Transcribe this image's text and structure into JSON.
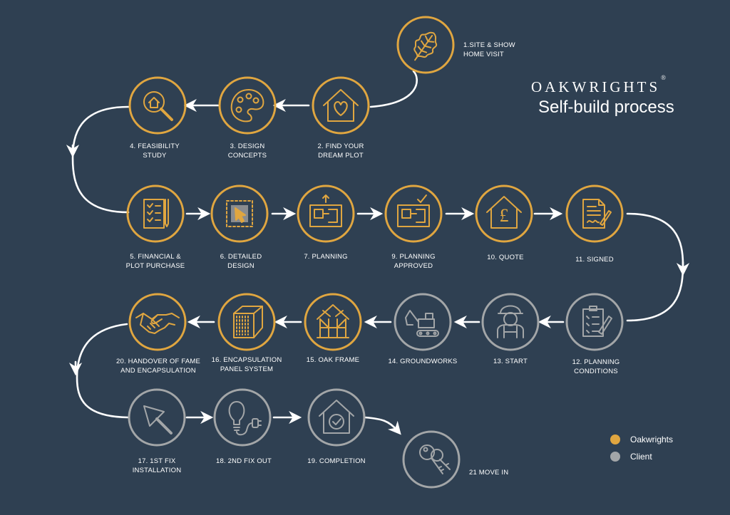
{
  "brand": {
    "name": "OAKWRIGHTS",
    "registered": "®",
    "subtitle": "Self-build process"
  },
  "colors": {
    "background": "#2f4052",
    "oakwrights": "#e0a640",
    "client": "#a3a6a8",
    "connector": "#ffffff"
  },
  "legend": {
    "oakwrights": "Oakwrights",
    "client": "Client"
  },
  "steps": [
    {
      "id": "s1",
      "lines": [
        "1.SITE & SHOW",
        "HOME VISIT"
      ],
      "owner": "oakwrights",
      "icon": "oak-leaf-icon"
    },
    {
      "id": "s2",
      "lines": [
        "2. FIND YOUR",
        "DREAM PLOT"
      ],
      "owner": "oakwrights",
      "icon": "house-heart-icon"
    },
    {
      "id": "s3",
      "lines": [
        "3. DESIGN",
        "CONCEPTS"
      ],
      "owner": "oakwrights",
      "icon": "palette-icon"
    },
    {
      "id": "s4",
      "lines": [
        "4. FEASIBILITY",
        "STUDY"
      ],
      "owner": "oakwrights",
      "icon": "magnifier-house-icon"
    },
    {
      "id": "s5",
      "lines": [
        "5. FINANCIAL &",
        "PLOT PURCHASE"
      ],
      "owner": "oakwrights",
      "icon": "checklist-icon"
    },
    {
      "id": "s6",
      "lines": [
        "6. DETAILED",
        "DESIGN"
      ],
      "owner": "oakwrights",
      "icon": "cursor-selection-icon"
    },
    {
      "id": "s7",
      "lines": [
        "7. PLANNING"
      ],
      "owner": "oakwrights",
      "icon": "floorplan-upload-icon"
    },
    {
      "id": "s9",
      "lines": [
        "9. PLANNING",
        "APPROVED"
      ],
      "owner": "oakwrights",
      "icon": "floorplan-approved-icon"
    },
    {
      "id": "s10",
      "lines": [
        "10. QUOTE"
      ],
      "owner": "oakwrights",
      "icon": "house-pound-icon"
    },
    {
      "id": "s11",
      "lines": [
        "11. SIGNED"
      ],
      "owner": "oakwrights",
      "icon": "signed-document-icon"
    },
    {
      "id": "s12",
      "lines": [
        "12. PLANNING",
        "CONDITIONS"
      ],
      "owner": "client",
      "icon": "clipboard-pencil-icon"
    },
    {
      "id": "s13",
      "lines": [
        "13. START"
      ],
      "owner": "client",
      "icon": "builder-icon"
    },
    {
      "id": "s14",
      "lines": [
        "14. GROUNDWORKS"
      ],
      "owner": "client",
      "icon": "excavator-icon"
    },
    {
      "id": "s15",
      "lines": [
        "15. OAK FRAME"
      ],
      "owner": "oakwrights",
      "icon": "oak-frame-icon"
    },
    {
      "id": "s16",
      "lines": [
        "16. ENCAPSULATION",
        "PANEL SYSTEM"
      ],
      "owner": "oakwrights",
      "icon": "panel-icon"
    },
    {
      "id": "s20",
      "lines": [
        "20. HANDOVER OF FAME",
        "AND ENCAPSULATION"
      ],
      "owner": "oakwrights",
      "icon": "handshake-icon"
    },
    {
      "id": "s17",
      "lines": [
        "17. 1ST FIX",
        "INSTALLATION"
      ],
      "owner": "client",
      "icon": "trowel-icon"
    },
    {
      "id": "s18",
      "lines": [
        "18. 2ND FIX OUT"
      ],
      "owner": "client",
      "icon": "bulb-plug-icon"
    },
    {
      "id": "s19",
      "lines": [
        "19. COMPLETION"
      ],
      "owner": "client",
      "icon": "house-check-icon"
    },
    {
      "id": "s21",
      "lines": [
        "21 MOVE IN"
      ],
      "owner": "client",
      "icon": "keys-icon"
    }
  ]
}
